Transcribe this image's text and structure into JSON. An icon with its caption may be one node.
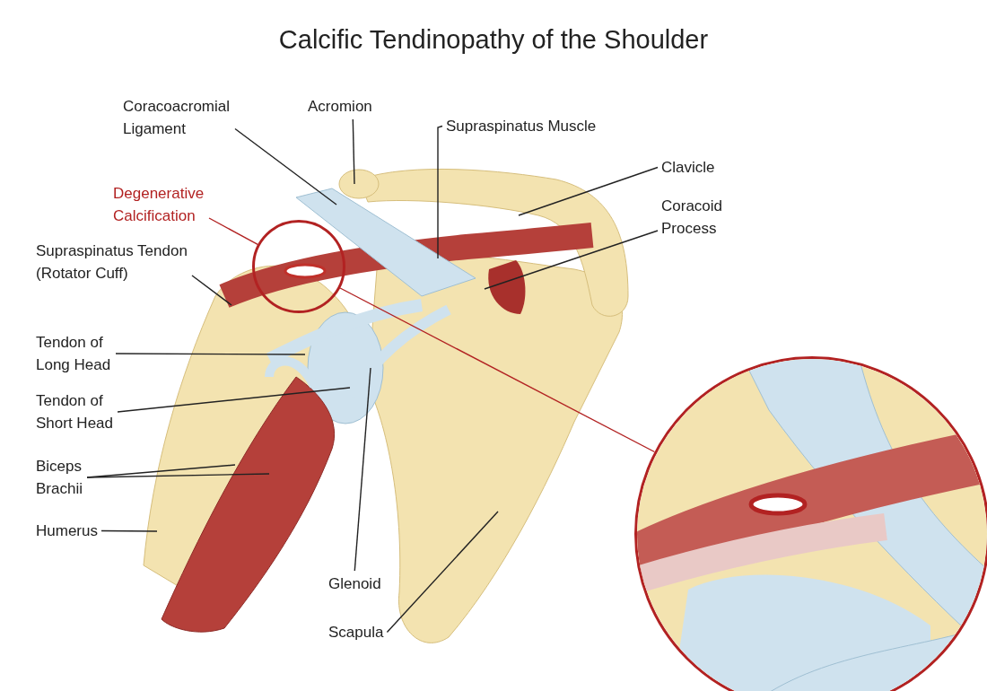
{
  "diagram": {
    "title": "Calcific Tendinopathy of the Shoulder",
    "nodes": [
      {
        "text": [
          "Coracoacromial Ligament"
        ]
      },
      {
        "text": [
          "Acromion"
        ]
      },
      {
        "text": [
          "Supraspinatus Muscle"
        ]
      },
      {
        "text": [
          "Clavicle"
        ]
      },
      {
        "text": [
          "Degenerative Calcification"
        ]
      },
      {
        "text": [
          "Coracoid Process"
        ]
      },
      {
        "text": [
          "Supraspinatus Tendon (Rotator Cuff)"
        ]
      },
      {
        "text": [
          "Tendon of Long Head"
        ]
      },
      {
        "text": [
          "Tendon of Short Head"
        ]
      },
      {
        "text": [
          "Biceps Brachii"
        ]
      },
      {
        "text": [
          "Humerus"
        ]
      },
      {
        "text": [
          "Glenoid"
        ]
      },
      {
        "text": [
          "Scapula"
        ]
      },
      {
        "text": [],
        "shape": "circle"
      },
      {
        "text": [],
        "shape": "circle"
      }
    ],
    "edges": [
      {
        "from": 0,
        "to": null,
        "arrow": "none"
      },
      {
        "from": 1,
        "to": null,
        "arrow": "none"
      },
      {
        "from": 2,
        "to": null,
        "arrow": "none"
      },
      {
        "from": 3,
        "to": null,
        "arrow": "none"
      },
      {
        "from": 4,
        "to": 13,
        "arrow": "none",
        "color": "#b22222"
      },
      {
        "from": 5,
        "to": null,
        "arrow": "none"
      },
      {
        "from": 6,
        "to": null,
        "arrow": "none"
      },
      {
        "from": 7,
        "to": null,
        "arrow": "none"
      },
      {
        "from": 8,
        "to": null,
        "arrow": "none"
      },
      {
        "from": 9,
        "to": null,
        "arrow": "none"
      },
      {
        "from": 9,
        "to": null,
        "arrow": "none"
      },
      {
        "from": 10,
        "to": null,
        "arrow": "none"
      },
      {
        "from": 11,
        "to": null,
        "arrow": "none"
      },
      {
        "from": 12,
        "to": null,
        "arrow": "none"
      },
      {
        "from": 13,
        "to": 14,
        "arrow": "none",
        "color": "#b22222"
      }
    ]
  }
}
